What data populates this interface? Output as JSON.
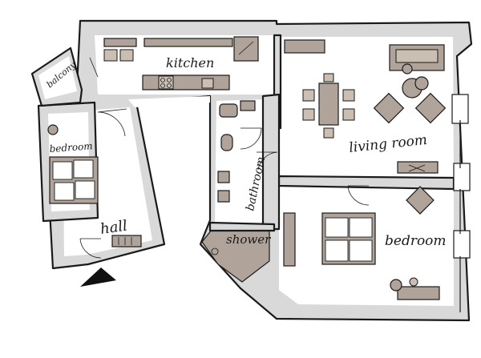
{
  "rooms": {
    "kitchen": "kitchen",
    "balcony": "balcony",
    "bedroom_small": "bedroom",
    "hall": "hall",
    "bathroom": "bathroom",
    "shower": "shower",
    "living_room": "living room",
    "bedroom_large": "bedroom"
  },
  "colors": {
    "wall_fill": "#d9d9d9",
    "furniture": "#b0a49a",
    "ink": "#1a1a1a",
    "floor": "#ffffff"
  },
  "icons": [
    "north-arrow-icon"
  ]
}
